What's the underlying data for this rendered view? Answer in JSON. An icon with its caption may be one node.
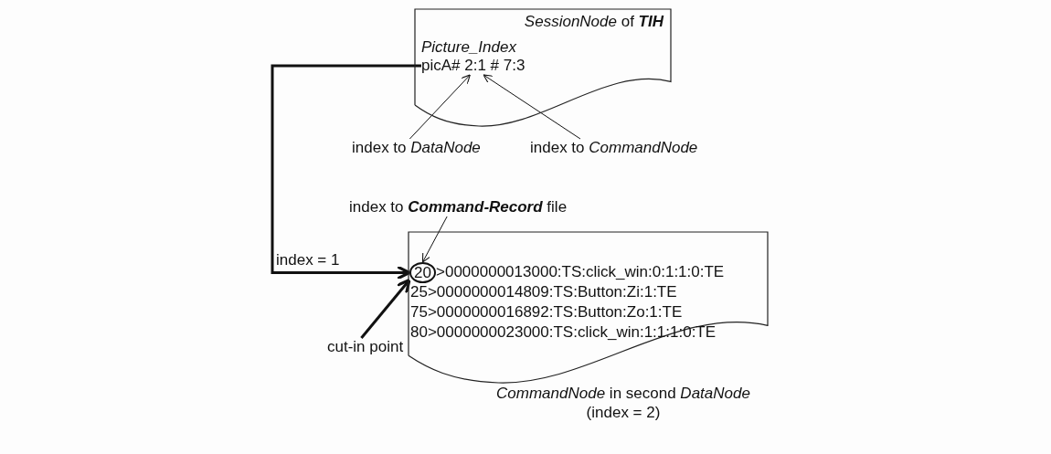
{
  "diagram": {
    "nodes": [
      {
        "text": [
          "*SessionNode* of **TIH**",
          "Picture_Index"
        ]
      },
      {
        "text": [
          "picA# 2:1 # 7:3"
        ],
        "in": 0
      },
      {
        "text": [
          "index to *DataNode*"
        ]
      },
      {
        "text": [
          "index to *CommandNode*"
        ]
      },
      {
        "text": [
          "index to **Command-Record** file"
        ]
      },
      {
        "text": [
          ">0000000013000:TS:click_win:0:1:1:0:TE",
          "25>0000000014809:TS:Button:Zi:1:TE",
          "75>0000000016892:TS:Button:Zo:1:TE",
          "80>0000000023000:TS:click_win:1:1:1:0:TE"
        ],
        "beside": [
          "*CommandNode* in second *DataNode* (index = 2)"
        ]
      },
      {
        "text": [
          "20"
        ],
        "in": 5
      },
      {
        "text": [
          "cut-in point"
        ]
      }
    ],
    "edges": [
      {
        "from": 1,
        "to": 6,
        "arrow": "to",
        "label": "index = 1",
        "style": "thick"
      },
      {
        "from": 2,
        "to": 1,
        "arrow": "to"
      },
      {
        "from": 3,
        "to": 1,
        "arrow": "to"
      },
      {
        "from": 4,
        "to": 6,
        "arrow": "to"
      },
      {
        "from": 7,
        "to": 6,
        "arrow": "to",
        "style": "thick"
      }
    ]
  }
}
